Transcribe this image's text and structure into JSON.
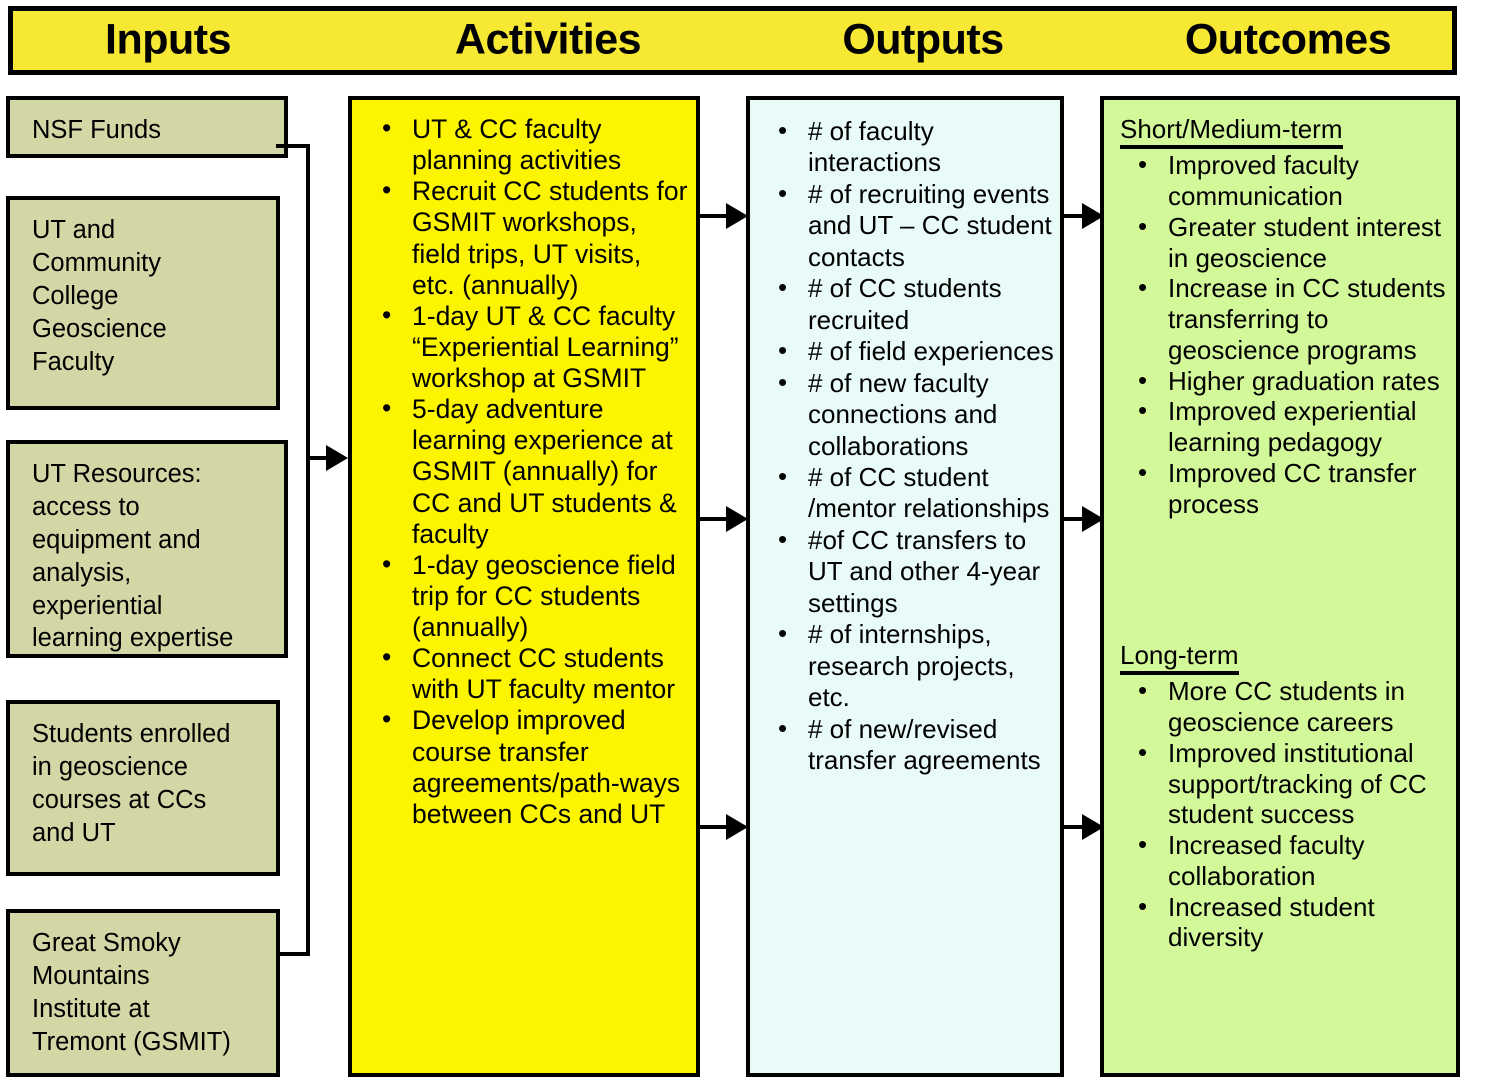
{
  "header": {
    "columns": [
      {
        "label": "Inputs"
      },
      {
        "label": "Activities"
      },
      {
        "label": "Outputs"
      },
      {
        "label": "Outcomes"
      }
    ]
  },
  "inputs": {
    "boxes": [
      {
        "text": "NSF Funds"
      },
      {
        "text": "UT and\nCommunity\nCollege\nGeoscience\nFaculty"
      },
      {
        "text": "UT Resources:\naccess to\nequipment and\nanalysis,\nexperiential\nlearning expertise"
      },
      {
        "text": "Students enrolled\nin geoscience\ncourses at CCs\nand UT"
      },
      {
        "text": "Great Smoky\nMountains\nInstitute at\nTremont (GSMIT)"
      }
    ]
  },
  "activities": {
    "items": [
      "UT & CC faculty planning activities",
      "Recruit CC students for GSMIT workshops, field trips, UT visits, etc. (annually)",
      "1-day UT & CC faculty  “Experiential Learning” workshop at GSMIT",
      "5-day adventure learning experience at GSMIT (annually) for CC and UT students & faculty",
      "1-day geoscience field trip for CC students (annually)",
      "Connect CC students with UT faculty mentor",
      "Develop improved course transfer agreements/path-ways between CCs and UT"
    ]
  },
  "outputs": {
    "items": [
      "# of faculty interactions",
      "# of recruiting events and UT – CC student contacts",
      "# of CC students recruited",
      "# of field experiences",
      "# of new faculty connections and collaborations",
      "# of CC student /mentor relationships",
      "#of CC transfers to UT and other 4-year settings",
      "# of internships, research projects, etc.",
      "# of new/revised transfer agreements"
    ]
  },
  "outcomes": {
    "short_medium": {
      "heading": "Short/Medium-term",
      "items": [
        "Improved faculty communication",
        "Greater student interest in geoscience",
        "Increase in CC students transferring to geoscience programs",
        "Higher graduation rates",
        "Improved experiential learning  pedagogy",
        "Improved CC transfer process"
      ]
    },
    "long_term": {
      "heading": "Long-term",
      "items": [
        "More CC students in geoscience careers",
        "Improved institutional support/tracking of CC student success",
        "Increased faculty collaboration",
        "Increased student diversity"
      ]
    }
  },
  "colors": {
    "header_band": "#f7e833",
    "input_box": "#d3d7a6",
    "activities_box": "#fdf500",
    "outputs_box": "#e9fbf8",
    "outcomes_box": "#d3f89a",
    "outline": "#000000"
  }
}
